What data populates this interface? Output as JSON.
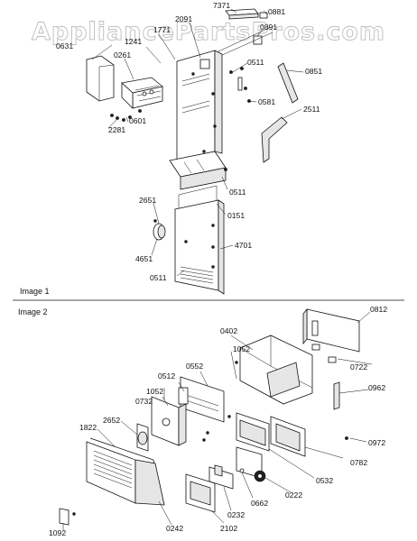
{
  "watermark": "AppliancePartsPros.com",
  "sections": {
    "image1": "Image 1",
    "image2": "Image 2"
  },
  "parts": {
    "p7371": "7371",
    "p0881": "0881",
    "p0891": "0891",
    "p2091": "2091",
    "p1241": "1241",
    "p1771": "1771",
    "p0631": "0631",
    "p0261": "0261",
    "p0511a": "0511",
    "p0851": "0851",
    "p0581": "0581",
    "p0601": "0601",
    "p2281": "2281",
    "p2511": "2511",
    "p0511b": "0511",
    "p2651": "2651",
    "p0151": "0151",
    "p4651": "4651",
    "p4701": "4701",
    "p0511c": "0511",
    "p0402": "0402",
    "p0812": "0812",
    "p1052a": "1052",
    "p0722": "0722",
    "p0512": "0512",
    "p0552": "0552",
    "p0732": "0732",
    "p1052b": "1052",
    "p0962": "0962",
    "p2652": "2652",
    "p1822": "1822",
    "p0972": "0972",
    "p0782": "0782",
    "p0532": "0532",
    "p0222": "0222",
    "p0662": "0662",
    "p0232": "0232",
    "p0242": "0242",
    "p2102": "2102",
    "p1092": "1092"
  }
}
